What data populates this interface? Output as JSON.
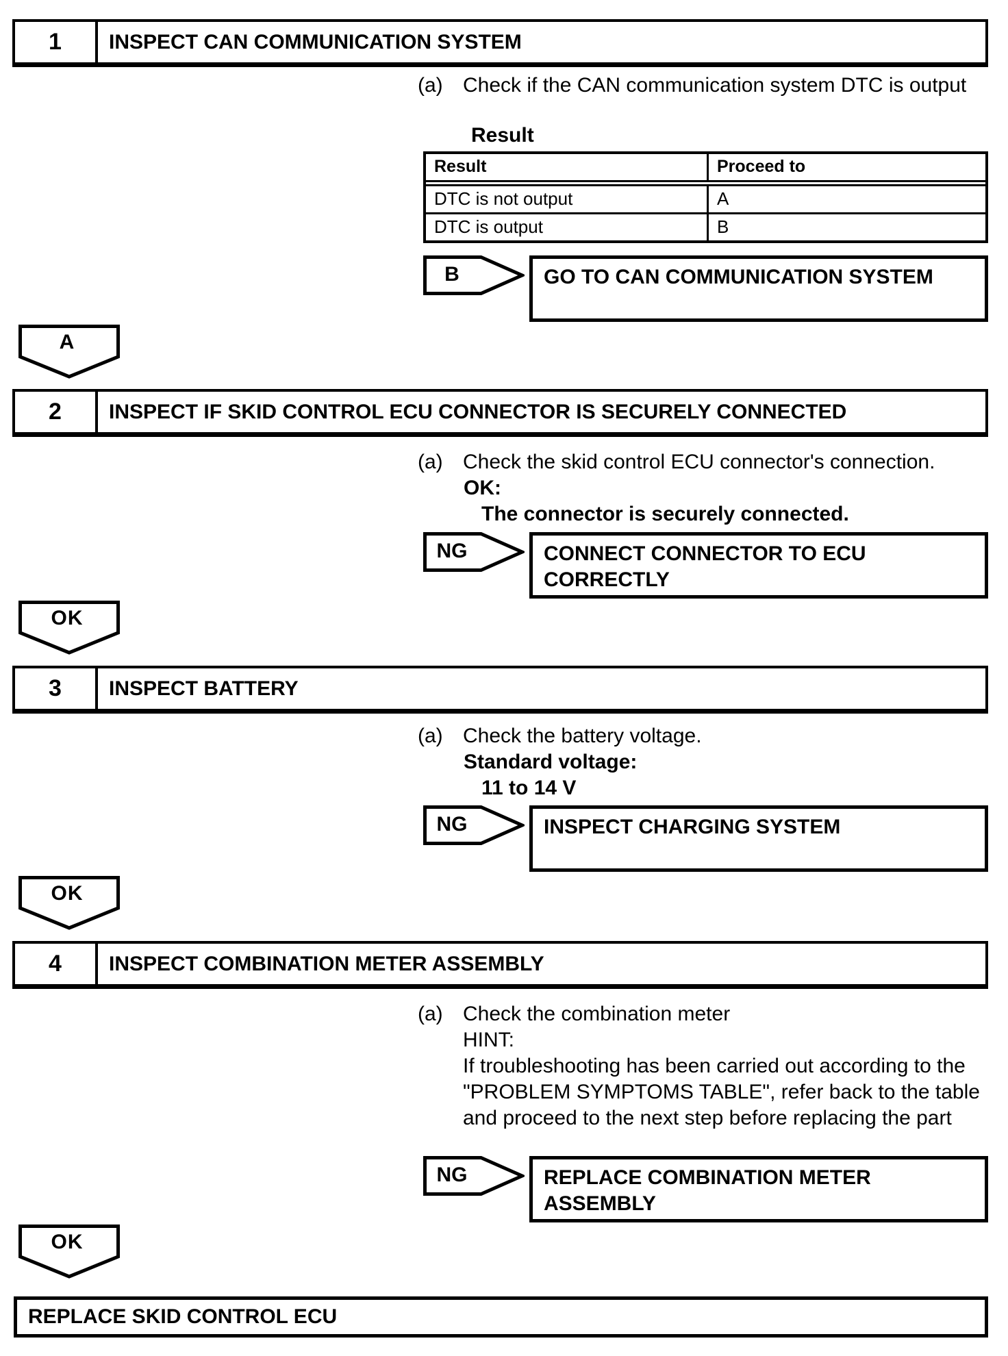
{
  "step1": {
    "number": "1",
    "title": "INSPECT CAN COMMUNICATION SYSTEM",
    "item_label": "(a)",
    "item_text": "Check if the CAN communication system DTC is output",
    "result_caption": "Result",
    "table": {
      "col1": "Result",
      "col2": "Proceed to",
      "rows": [
        {
          "result": "DTC is not output",
          "proceed": "A"
        },
        {
          "result": "DTC is output",
          "proceed": "B"
        }
      ]
    },
    "branch_label": "B",
    "branch_line1": "GO TO CAN COMMUNICATION SYSTEM",
    "connector_label": "A"
  },
  "step2": {
    "number": "2",
    "title": "INSPECT IF SKID CONTROL ECU CONNECTOR IS SECURELY CONNECTED",
    "item_label": "(a)",
    "item_text": "Check the skid control ECU connector's connection.",
    "ok_label": "OK:",
    "ok_condition": "The connector is securely connected.",
    "branch_label": "NG",
    "branch_line1": "CONNECT CONNECTOR TO ECU",
    "branch_line2": "CORRECTLY",
    "connector_label": "OK"
  },
  "step3": {
    "number": "3",
    "title": "INSPECT BATTERY",
    "item_label": "(a)",
    "item_text": "Check the battery voltage.",
    "spec_label": "Standard voltage:",
    "spec_value": "11 to 14 V",
    "branch_label": "NG",
    "branch_line1": "INSPECT CHARGING SYSTEM",
    "connector_label": "OK"
  },
  "step4": {
    "number": "4",
    "title": "INSPECT COMBINATION METER ASSEMBLY",
    "item_label": "(a)",
    "item_text": "Check the combination meter",
    "hint_label": "HINT:",
    "hint_line1": "If troubleshooting has been carried out according to the",
    "hint_line2": "\"PROBLEM SYMPTOMS TABLE\", refer back to the table",
    "hint_line3": "and proceed to the next step before replacing the part",
    "branch_label": "NG",
    "branch_line1": "REPLACE COMBINATION METER",
    "branch_line2": "ASSEMBLY",
    "connector_label": "OK"
  },
  "final_action": "REPLACE SKID CONTROL ECU"
}
